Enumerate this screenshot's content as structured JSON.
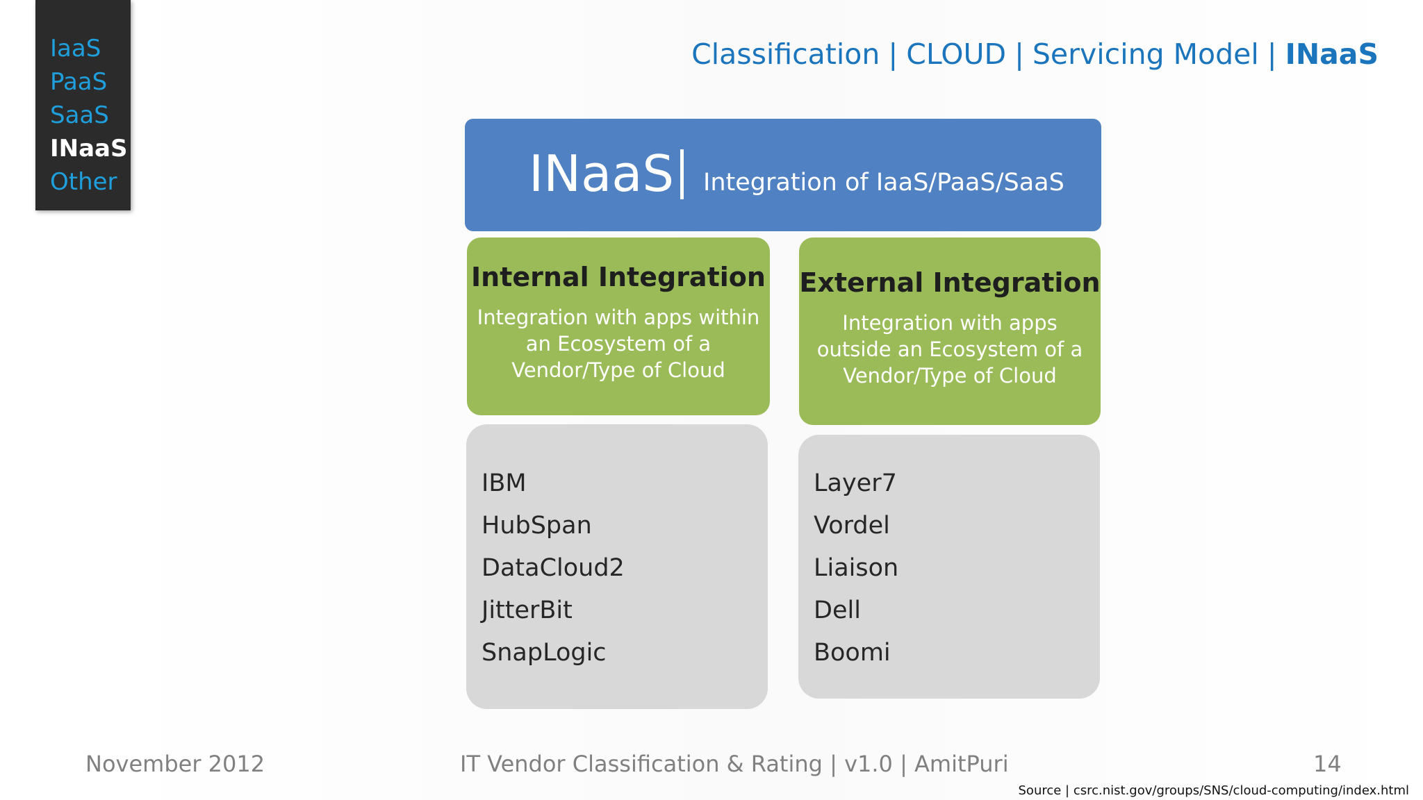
{
  "nav": {
    "items": [
      {
        "label": "IaaS",
        "active": false
      },
      {
        "label": "PaaS",
        "active": false
      },
      {
        "label": "SaaS",
        "active": false
      },
      {
        "label": "INaaS",
        "active": true
      },
      {
        "label": "Other",
        "active": false
      }
    ]
  },
  "header": {
    "part1": "Classification",
    "part2": "CLOUD",
    "part3": "Servicing Model",
    "current": "INaaS",
    "separator": "|"
  },
  "banner": {
    "title": "INaaS",
    "subtitle": "Integration of IaaS/PaaS/SaaS"
  },
  "internal": {
    "title": "Internal Integration",
    "description": "Integration with apps within an Ecosystem of a Vendor/Type of Cloud",
    "vendors": [
      "IBM",
      "HubSpan",
      "DataCloud2",
      "JitterBit",
      "SnapLogic"
    ]
  },
  "external": {
    "title": "External Integration",
    "description": "Integration with apps outside an Ecosystem of a Vendor/Type of Cloud",
    "vendors": [
      "Layer7",
      "Vordel",
      "Liaison",
      "Dell",
      "Boomi"
    ]
  },
  "footer": {
    "date": "November 2012",
    "title": "IT Vendor Classification & Rating | v1.0 | AmitPuri",
    "page": "14",
    "source": "Source | csrc.nist.gov/groups/SNS/cloud-computing/index.html"
  },
  "colors": {
    "nav_bg": "#2b2b2b",
    "nav_link": "#1f9fdc",
    "header_blue": "#1b75bc",
    "banner_blue": "#4f81c3",
    "green": "#9bbb59",
    "gray": "#d9d8d9"
  }
}
